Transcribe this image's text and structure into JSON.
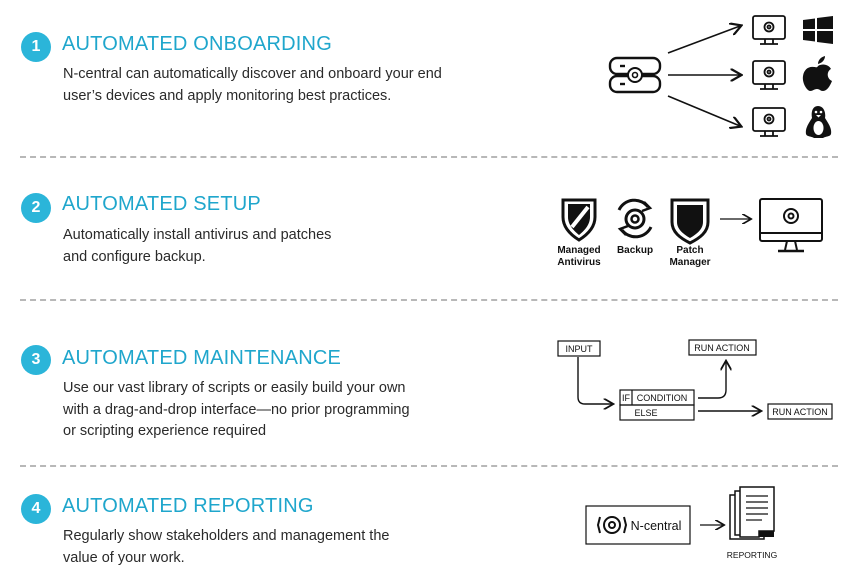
{
  "sections": [
    {
      "number": "1",
      "title": "AUTOMATED ONBOARDING",
      "lines": [
        "N-central can automatically discover and onboard your end",
        "user’s devices and apply monitoring best practices."
      ]
    },
    {
      "number": "2",
      "title": "AUTOMATED SETUP",
      "lines": [
        "Automatically install antivirus and patches",
        "and configure backup."
      ]
    },
    {
      "number": "3",
      "title": "AUTOMATED MAINTENANCE",
      "lines": [
        "Use our vast library of scripts or easily build your own",
        "with a drag-and-drop interface—no prior programming",
        "or scripting experience required"
      ]
    },
    {
      "number": "4",
      "title": "AUTOMATED REPORTING",
      "lines": [
        "Regularly show stakeholders and management the",
        "value of your work."
      ]
    }
  ],
  "setup": {
    "managed_antivirus": [
      "Managed",
      "Antivirus"
    ],
    "backup": "Backup",
    "patch_manager": [
      "Patch",
      "Manager"
    ]
  },
  "maintenance": {
    "input": "INPUT",
    "if": "IF",
    "condition": "CONDITION",
    "else": "ELSE",
    "run_action_top": "RUN ACTION",
    "run_action_right": "RUN ACTION"
  },
  "reporting": {
    "ncentral": "N-central",
    "reporting": "REPORTING"
  },
  "icons": {
    "server": "server-gear-icon",
    "monitor": "monitor-gear-icon",
    "os": [
      "windows-logo-icon",
      "apple-logo-icon",
      "linux-tux-icon"
    ],
    "shield": "shield-icon",
    "backup": "backup-sync-icon",
    "patch": "patch-shield-icon",
    "document": "report-document-icon"
  },
  "colors": {
    "accent": "#2bb5d9",
    "title": "#1fa6cc",
    "divider": "#b8b8b8"
  }
}
